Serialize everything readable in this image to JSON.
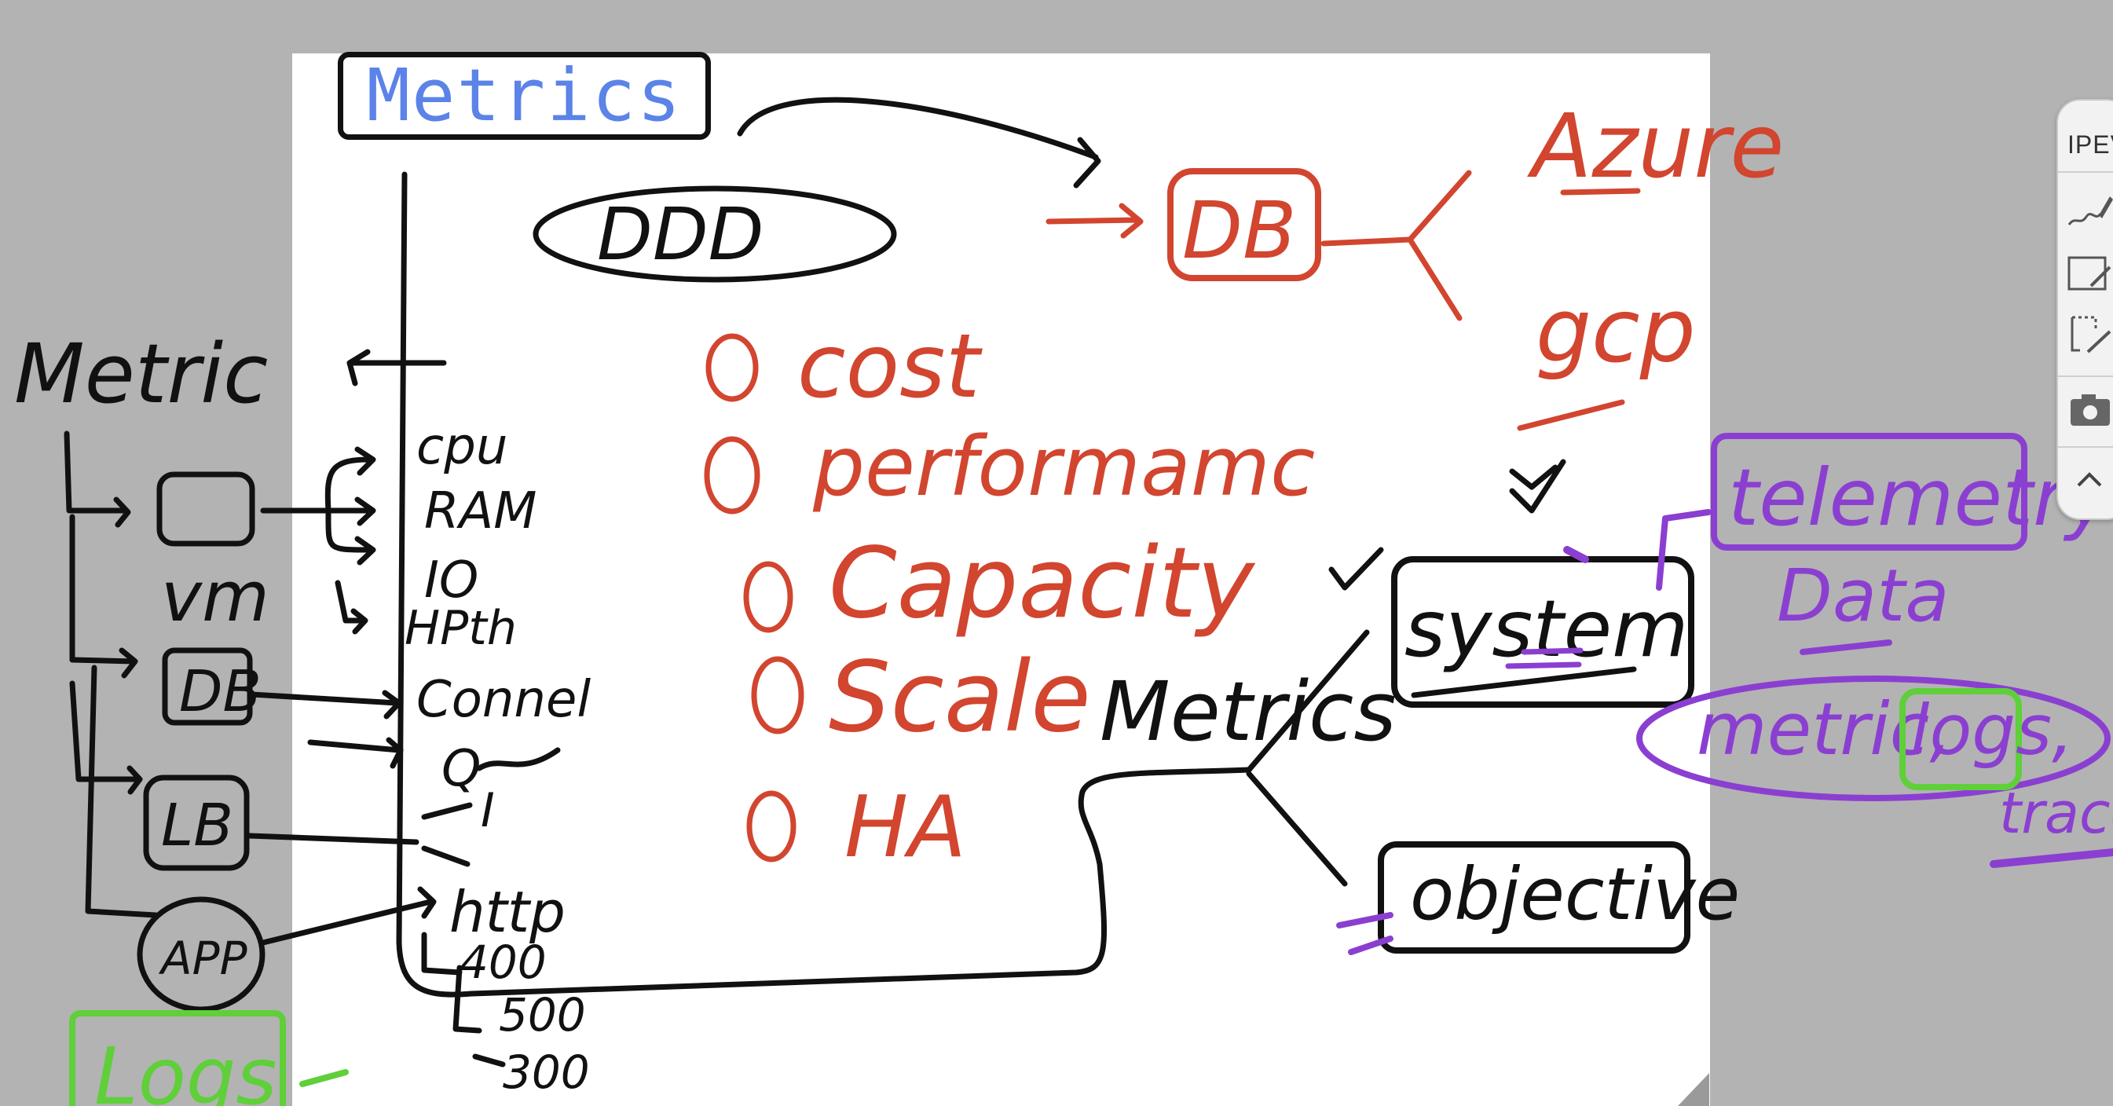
{
  "board": {
    "title": "Metrics",
    "colors": {
      "ink": "#111111",
      "red": "#d2452f",
      "purple": "#8b3fd1",
      "green": "#5fcf3a",
      "title_blue": "#5b83e8",
      "canvas_bg": "#b3b3b3"
    }
  },
  "left_tree": {
    "root": "Metric",
    "vm_label": "vm",
    "db_label": "DB",
    "lb_label": "LB",
    "app_label": "APP",
    "logs_label": "Logs"
  },
  "vm_metrics": [
    "cpu",
    "RAM",
    "IO",
    "HPth"
  ],
  "connection_metrics": [
    "Connel",
    "Q"
  ],
  "app_metrics": [
    "I",
    "http"
  ],
  "http_codes": [
    "400",
    "500",
    "300"
  ],
  "center": {
    "ellipse_label": "DDD",
    "list": [
      "cost",
      "performamc",
      "Capacity",
      "Scale",
      "HA"
    ]
  },
  "right_side": {
    "db_label": "DB",
    "clouds": [
      "Azure",
      "gcp"
    ],
    "metrics_label": "Metrics",
    "system_label": "system",
    "objective_label": "objective",
    "telemetry_label": "telemetry",
    "data_label": "Data",
    "metric_logs_label": "metric,",
    "logs_word": "logs,",
    "traces_label": "traces"
  },
  "toolbar": {
    "label": "IPEVO",
    "icons": [
      "pen-icon",
      "whiteboard-icon",
      "crop-icon",
      "camera-icon",
      "collapse-icon"
    ]
  }
}
